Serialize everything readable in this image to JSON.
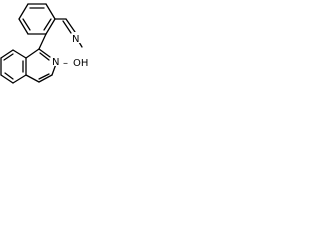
{
  "structure": {
    "atoms": {
      "ring_nitrogen": "N",
      "oxime_nitrogen": "N",
      "hydroxyl": "OH",
      "hydroxyl_bond": "–"
    }
  }
}
